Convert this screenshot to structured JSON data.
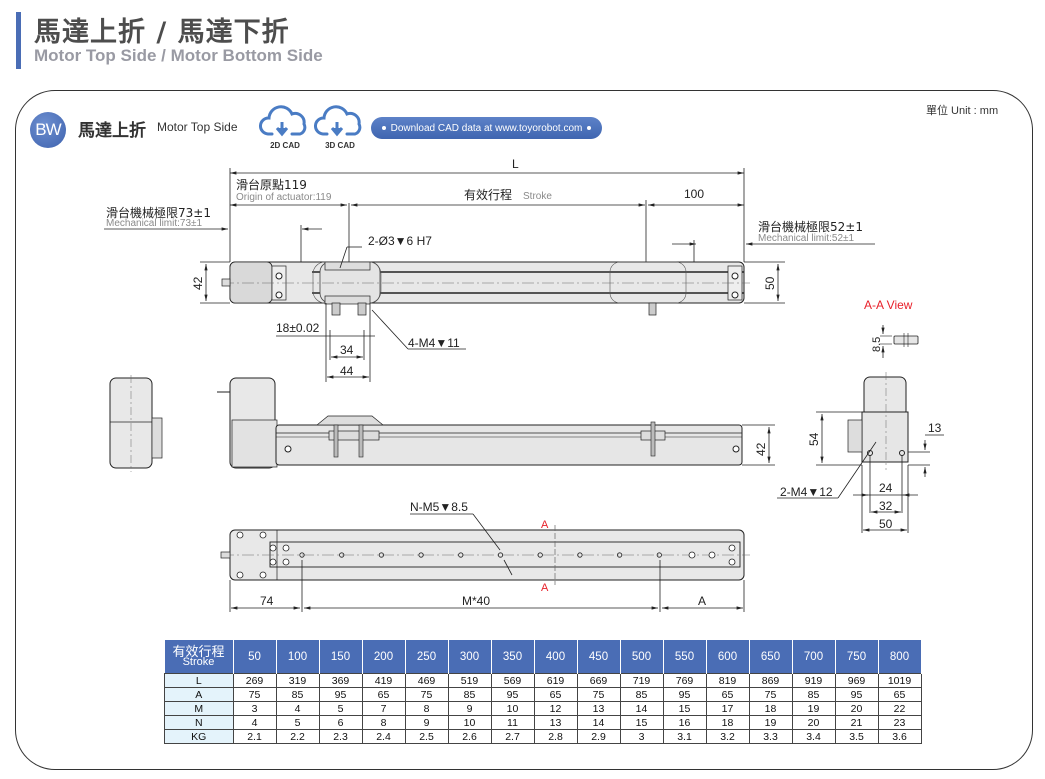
{
  "header": {
    "title_zh": "馬達上折 / 馬達下折",
    "title_en": "Motor Top Side / Motor Bottom Side",
    "accent_color": "#4a6db5"
  },
  "section": {
    "badge": "BW",
    "title_zh": "馬達上折",
    "title_en": "Motor Top Side",
    "cad_buttons": [
      {
        "label": "2D CAD",
        "icon": "cloud-download-icon"
      },
      {
        "label": "3D CAD",
        "icon": "cloud-download-icon"
      }
    ],
    "download_text": "Download CAD data at www.toyorobot.com",
    "unit": "單位 Unit : mm"
  },
  "drawing": {
    "L": "L",
    "origin_zh": "滑台原點119",
    "origin_en": "Origin of actuator:119",
    "stroke_zh": "有效行程",
    "stroke_en": "Stroke",
    "dim_100": "100",
    "mech_left_zh": "滑台機械極限73±1",
    "mech_left_en": "Mechanical limit:73±1",
    "mech_right_zh": "滑台機械極限52±1",
    "mech_right_en": "Mechanical limit:52±1",
    "pin_hole": "2-Ø3▼6 H7",
    "dim_42_top": "42",
    "dim_50_top": "50",
    "dim_18": "18±0.02",
    "dim_34": "34",
    "dim_44": "44",
    "tap_m4_11": "4-M4▼11",
    "aa_view": "A-A View",
    "dim_8_5": "8.5",
    "dim_42_side": "42",
    "dim_54": "54",
    "dim_13": "13",
    "tap_m4_12": "2-M4▼12",
    "dim_24": "24",
    "dim_32": "32",
    "dim_50_end": "50",
    "tap_n_m5": "N-M5▼8.5",
    "section_a": "A",
    "dim_74": "74",
    "dim_m40": "M*40",
    "dim_a": "A"
  },
  "table": {
    "header_zh": "有效行程",
    "header_en": "Stroke",
    "strokes": [
      "50",
      "100",
      "150",
      "200",
      "250",
      "300",
      "350",
      "400",
      "450",
      "500",
      "550",
      "600",
      "650",
      "700",
      "750",
      "800"
    ],
    "rows": [
      {
        "label": "L",
        "values": [
          "269",
          "319",
          "369",
          "419",
          "469",
          "519",
          "569",
          "619",
          "669",
          "719",
          "769",
          "819",
          "869",
          "919",
          "969",
          "1019"
        ]
      },
      {
        "label": "A",
        "values": [
          "75",
          "85",
          "95",
          "65",
          "75",
          "85",
          "95",
          "65",
          "75",
          "85",
          "95",
          "65",
          "75",
          "85",
          "95",
          "65"
        ]
      },
      {
        "label": "M",
        "values": [
          "3",
          "4",
          "5",
          "7",
          "8",
          "9",
          "10",
          "12",
          "13",
          "14",
          "15",
          "17",
          "18",
          "19",
          "20",
          "22"
        ]
      },
      {
        "label": "N",
        "values": [
          "4",
          "5",
          "6",
          "8",
          "9",
          "10",
          "11",
          "13",
          "14",
          "15",
          "16",
          "18",
          "19",
          "20",
          "21",
          "23"
        ]
      },
      {
        "label": "KG",
        "values": [
          "2.1",
          "2.2",
          "2.3",
          "2.4",
          "2.5",
          "2.6",
          "2.7",
          "2.8",
          "2.9",
          "3",
          "3.1",
          "3.2",
          "3.3",
          "3.4",
          "3.5",
          "3.6"
        ]
      }
    ]
  }
}
